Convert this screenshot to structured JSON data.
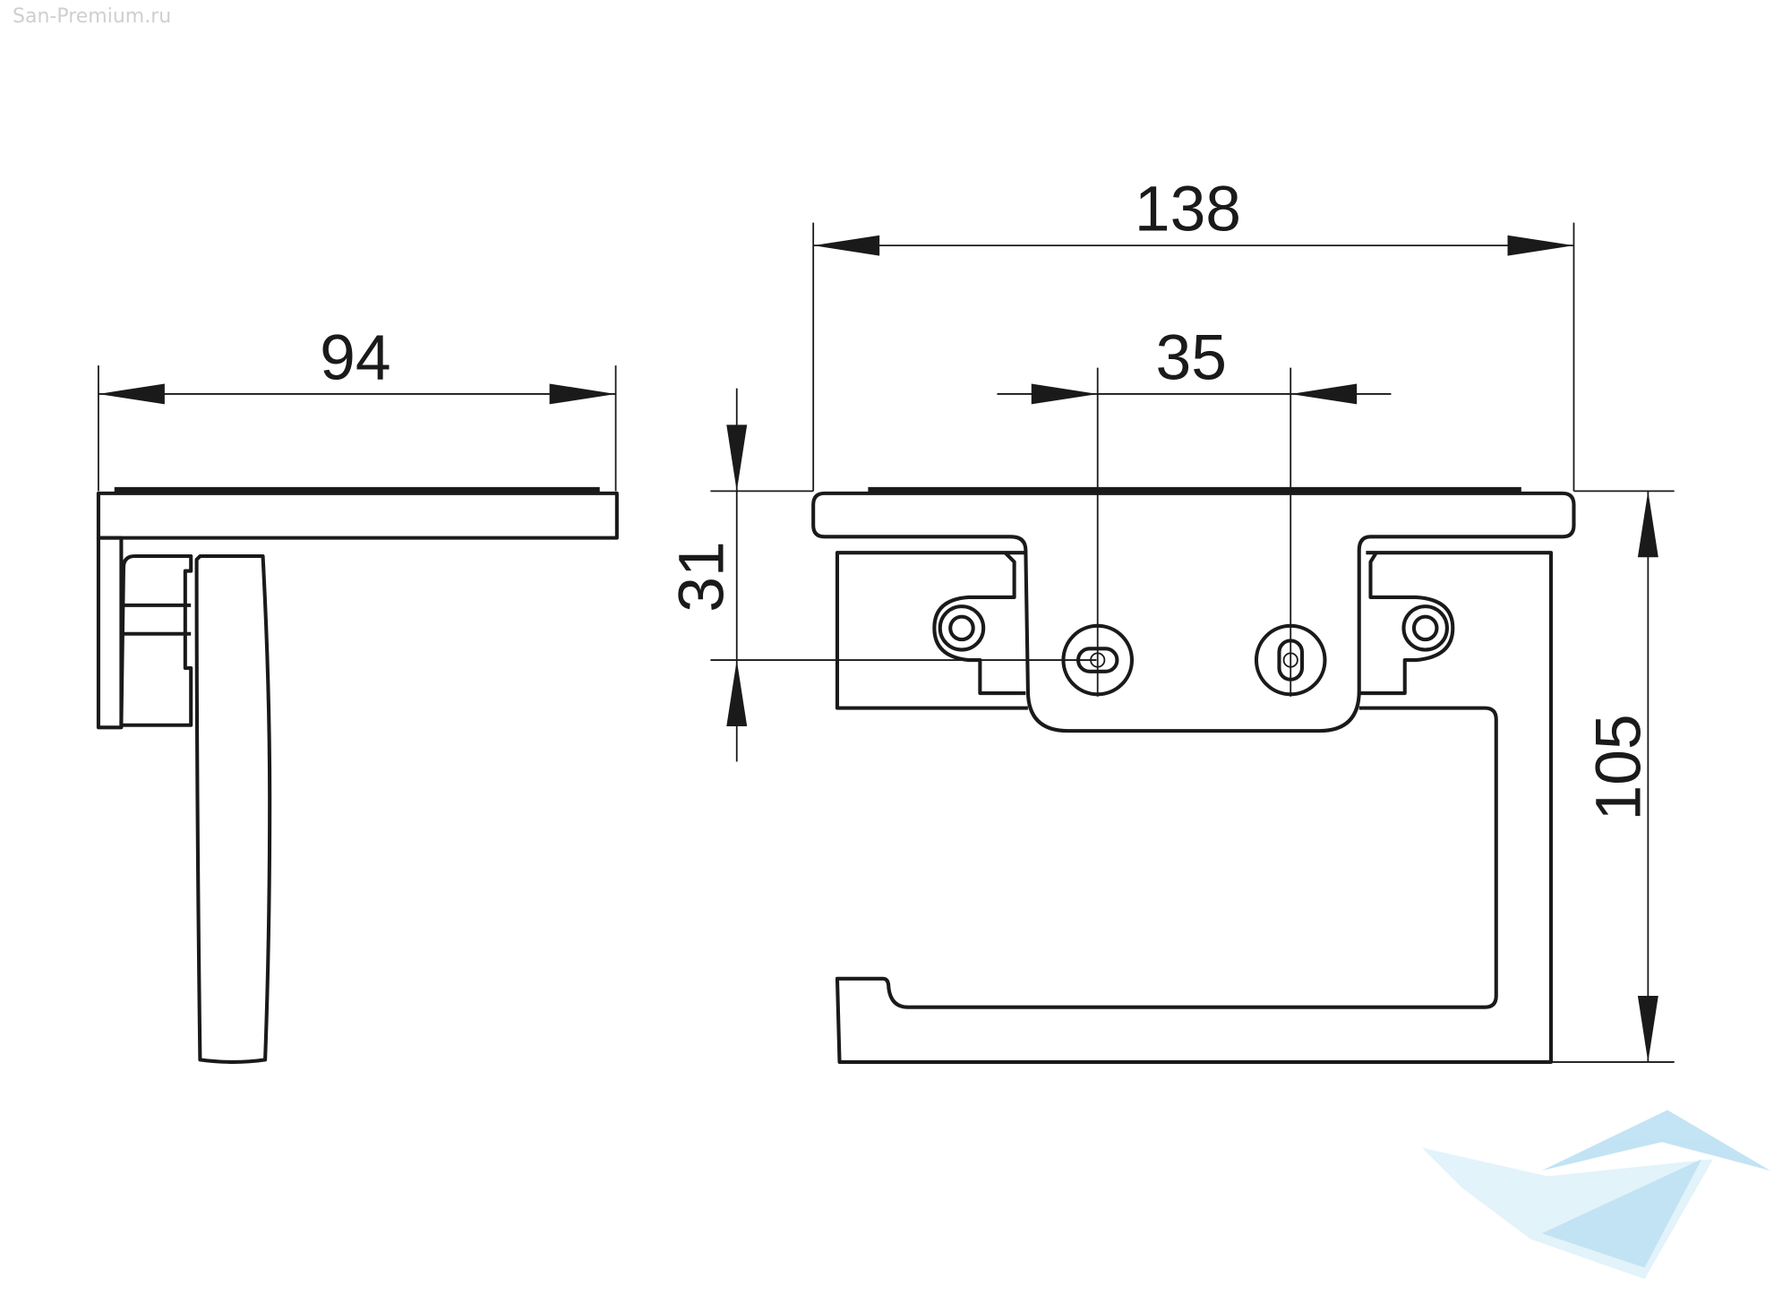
{
  "watermark_text": "San-Premium.ru",
  "dimensions": {
    "side_width": "94",
    "total_width": "138",
    "hole_spacing": "35",
    "hole_height": "31",
    "total_height": "105"
  },
  "colors": {
    "line": "#1a1a1a",
    "watermark_logo": "#bfe3f5"
  }
}
